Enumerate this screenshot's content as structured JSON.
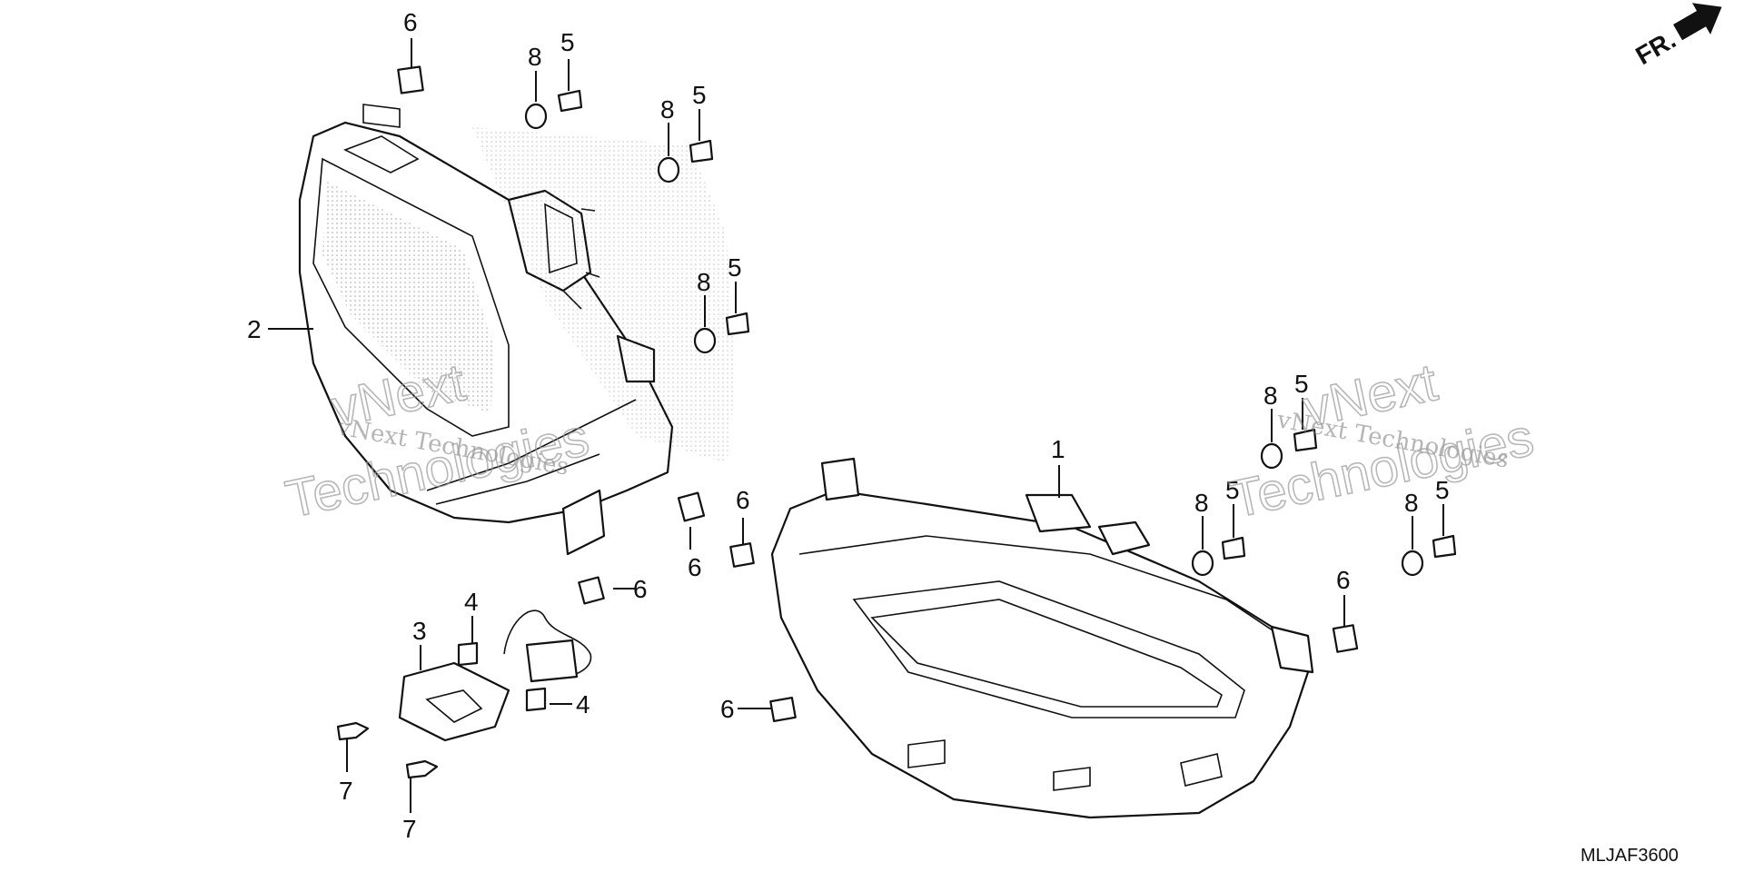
{
  "diagram": {
    "code": "MLJAF3600",
    "direction_label": "FR.",
    "watermark": {
      "small": "vNext Technologies",
      "big_line1": "vNext",
      "big_line2": "Technologies"
    },
    "callouts": {
      "part1": "1",
      "part2": "2",
      "part3": "3",
      "part4": "4",
      "part5": "5",
      "part6": "6",
      "part7": "7",
      "part8": "8"
    }
  }
}
